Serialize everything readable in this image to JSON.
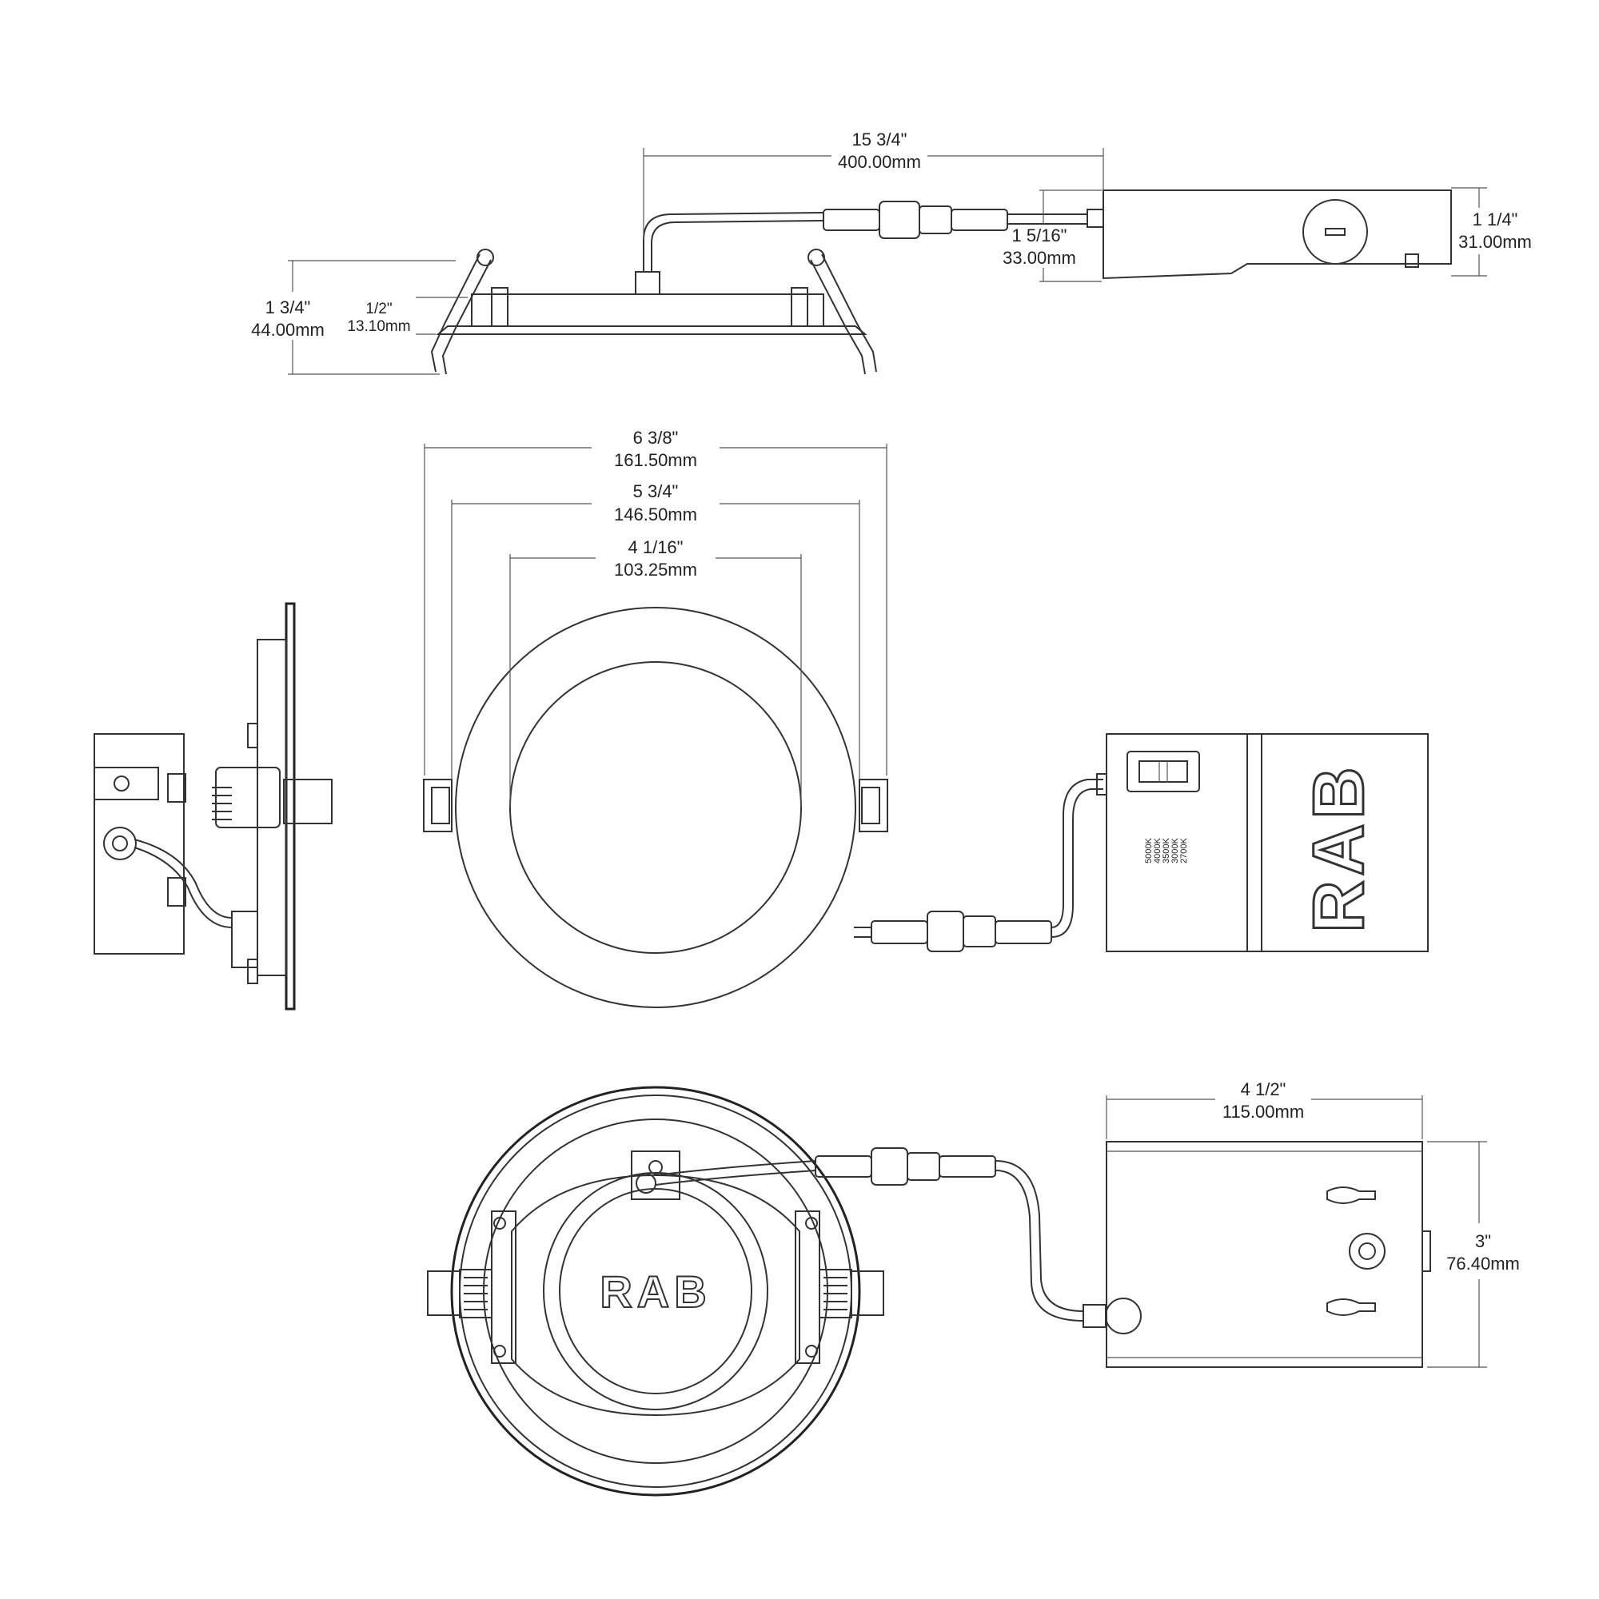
{
  "dimensions": {
    "cable_length": {
      "imperial": "15 3/4\"",
      "metric": "400.00mm"
    },
    "driver_box_height": {
      "imperial": "1 1/4\"",
      "metric": "31.00mm"
    },
    "connector_offset": {
      "imperial": "1 5/16\"",
      "metric": "33.00mm"
    },
    "total_height": {
      "imperial": "1 3/4\"",
      "metric": "44.00mm"
    },
    "trim_height": {
      "imperial": "1/2\"",
      "metric": "13.10mm"
    },
    "overall_diameter": {
      "imperial": "6 3/8\"",
      "metric": "161.50mm"
    },
    "cutout_diameter": {
      "imperial": "5 3/4\"",
      "metric": "146.50mm"
    },
    "lens_diameter": {
      "imperial": "4 1/16\"",
      "metric": "103.25mm"
    },
    "junction_box_length": {
      "imperial": "4 1/2\"",
      "metric": "115.00mm"
    },
    "junction_box_width": {
      "imperial": "3\"",
      "metric": "76.40mm"
    }
  },
  "cct_switch_labels": [
    "5000K",
    "4000K",
    "3500K",
    "3000K",
    "2700K"
  ],
  "brand_logo": "RAB",
  "colors": {
    "line": "#333333",
    "background": "#ffffff"
  }
}
